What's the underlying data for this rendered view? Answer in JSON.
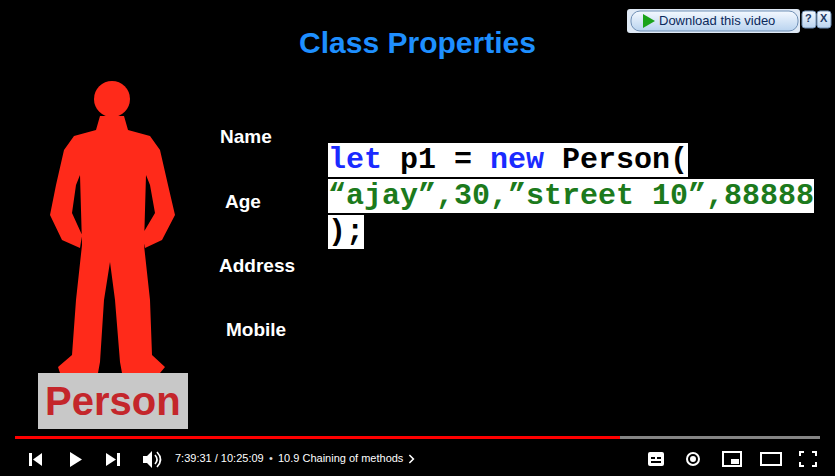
{
  "diagram": {
    "title": "Class Properties",
    "nodes": [
      {
        "text": [
          "Person"
        ]
      },
      {
        "text": [
          "let p1 = new Person( “ajay”,30,”street 10”,88888 );"
        ]
      }
    ],
    "labels": [
      "Name",
      "Age",
      "Address",
      "Mobile",
      "Download this video",
      "?",
      "X",
      "7:39:31 / 10:25:09",
      "•",
      "10.9 Chaining of methods"
    ]
  }
}
